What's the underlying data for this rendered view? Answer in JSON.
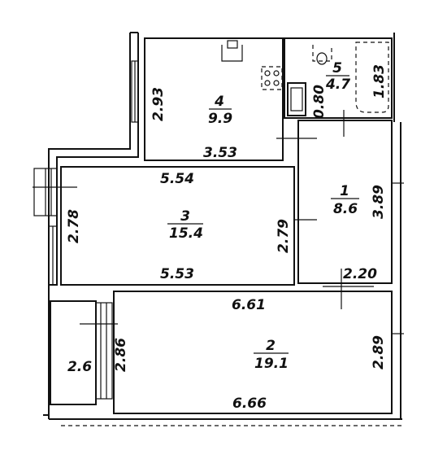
{
  "rooms": [
    {
      "number": "1",
      "area": "8.6"
    },
    {
      "number": "2",
      "area": "19.1"
    },
    {
      "number": "3",
      "area": "15.4"
    },
    {
      "number": "4",
      "area": "9.9"
    },
    {
      "number": "5",
      "area": "4.7"
    }
  ],
  "dimensions": {
    "room4_width": "3.53",
    "room4_height": "2.93",
    "room5_height": "1.83",
    "room5_partition": "0.80",
    "room3_top": "5.54",
    "room3_bottom": "5.53",
    "room3_left": "2.78",
    "room3_right": "2.79",
    "room1_height": "3.89",
    "room1_width": "2.20",
    "room2_top": "6.61",
    "room2_bottom": "6.66",
    "room2_left": "2.86",
    "room2_right": "2.89",
    "balcony_width": "2.6"
  }
}
